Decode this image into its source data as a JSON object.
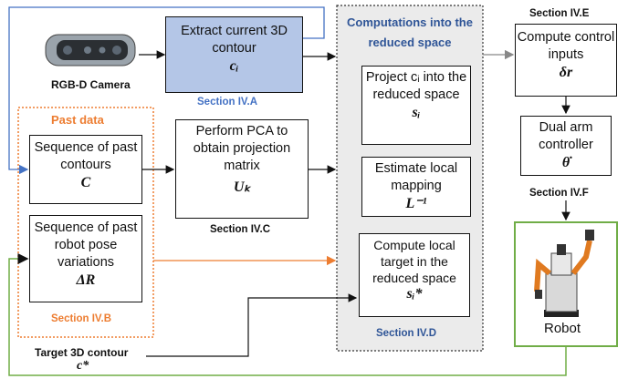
{
  "camera": {
    "label": "RGB-D Camera",
    "icon": "rgbd-camera-icon"
  },
  "extract": {
    "text": "Extract current 3D contour",
    "math": "cᵢ",
    "section": "Section IV.A",
    "fill": "#b4c6e7",
    "accent": "#4472c4"
  },
  "reduced": {
    "title": "Computations into the reduced space",
    "section": "Section IV.D",
    "fill": "#ebebeb"
  },
  "project": {
    "text": "Project cᵢ into the reduced space",
    "math": "sᵢ"
  },
  "estimate": {
    "text": "Estimate local mapping",
    "math": "L⁻¹"
  },
  "target_local": {
    "text": "Compute local target in the reduced space",
    "math": "sᵢ*"
  },
  "past": {
    "title": "Past data",
    "section": "Section IV.B",
    "accent": "#ed7d31"
  },
  "seq_contours": {
    "text": "Sequence of past contours",
    "math": "C"
  },
  "seq_poses": {
    "text": "Sequence of past robot pose variations",
    "math": "ΔR"
  },
  "pca": {
    "text": "Perform PCA to obtain projection matrix",
    "math": "Uₖ",
    "section": "Section IV.C"
  },
  "control": {
    "section_top": "Section IV.E",
    "text": "Compute control inputs",
    "math": "δr"
  },
  "dual": {
    "text": "Dual arm controller",
    "math": "θ̇",
    "section": "Section IV.F"
  },
  "robot": {
    "label": "Robot",
    "accent": "#70ad47",
    "icon": "robot-icon"
  },
  "target3d": {
    "label": "Target 3D contour",
    "math": "c*"
  }
}
